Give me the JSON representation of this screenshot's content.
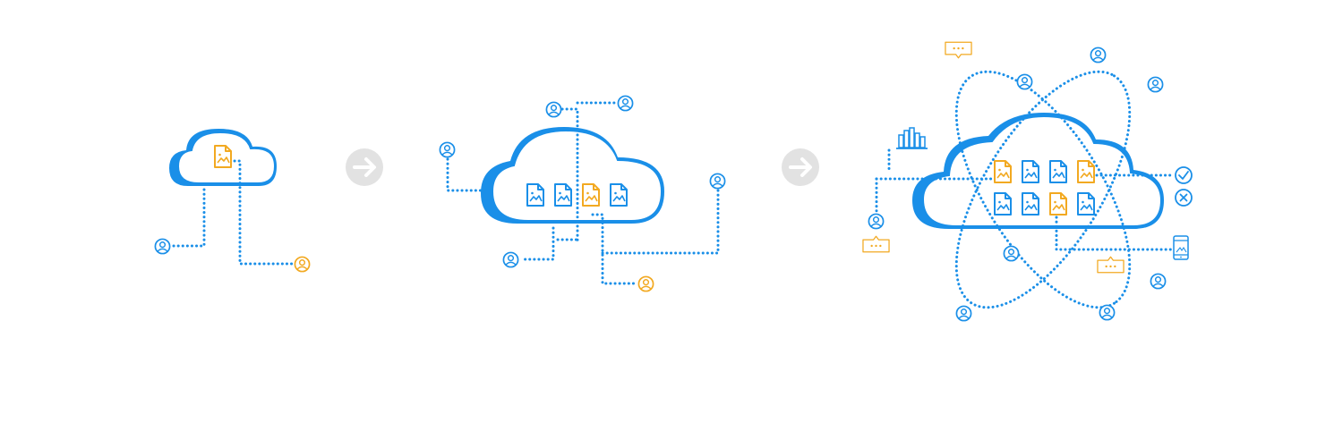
{
  "colors": {
    "primary": "#1a8fe8",
    "accent": "#f2a921",
    "arrow": "#e2e2e2",
    "background": "#ffffff"
  },
  "stages": [
    {
      "name": "single-cloud",
      "files": 1,
      "users": 2
    },
    {
      "name": "shared-cloud",
      "files": 4,
      "users": 6
    },
    {
      "name": "connected-cloud",
      "files": 8,
      "users": 8
    }
  ],
  "icons": [
    "cloud-icon",
    "file-image-icon",
    "user-icon",
    "arrow-right-icon",
    "chat-bubble-icon",
    "bar-chart-icon",
    "check-circle-icon",
    "close-circle-icon",
    "mobile-phone-icon"
  ]
}
